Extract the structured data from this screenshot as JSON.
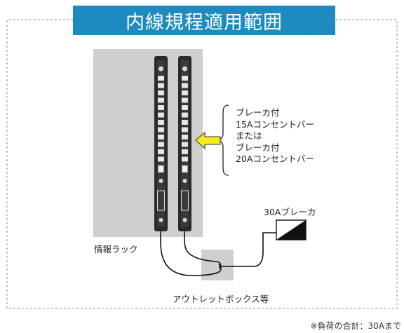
{
  "title": "内線規程適用範囲",
  "labels": {
    "rack": "情報ラック",
    "breaker": "30Aブレーカ",
    "outlet_box": "アウトレットボックス等"
  },
  "description": {
    "line1": "ブレーカ付",
    "line2": "15Aコンセントバー",
    "line3": "または",
    "line4": "ブレーカ付",
    "line5": "20Aコンセントバー"
  },
  "footnote": "※負荷の合計：30Aまで",
  "colors": {
    "title_bg": "#1d8bbf",
    "arrow_fill": "#f4ea1c",
    "rack_bg": "#cfcfcf",
    "border_dots": "#9a9a9a"
  }
}
